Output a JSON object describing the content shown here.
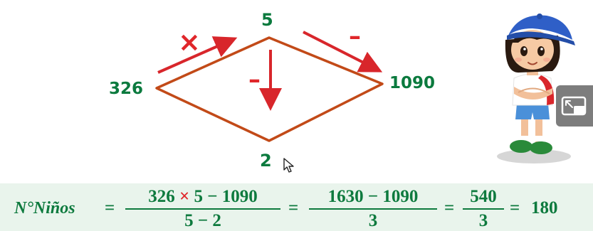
{
  "diagram": {
    "top_value": "5",
    "left_value": "326",
    "right_value": "1090",
    "bottom_value": "2",
    "op_multiply": "×",
    "op_subtract_top_right": "–",
    "op_subtract_vertical": "–"
  },
  "formula": {
    "lhs": "N°Niños",
    "eq1": "=",
    "frac1": {
      "a": "326",
      "times": "×",
      "b": "5 − 1090",
      "den": "5 − 2"
    },
    "eq2": "=",
    "frac2": {
      "num": "1630 − 1090",
      "den": "3"
    },
    "eq3": "=",
    "frac3": {
      "num": "540",
      "den": "3"
    },
    "eq4": "=",
    "result": "180"
  },
  "icons": {
    "cursor": "mouse-pointer-icon",
    "pip": "picture-in-picture-icon",
    "character": "girl-cartoon-character"
  },
  "colors": {
    "number_green": "#0b7a3e",
    "operator_red": "#e0262a",
    "diamond_brown": "#c24a18",
    "formula_band": "#e9f4ec",
    "pip_button": "#7d7d7d"
  }
}
